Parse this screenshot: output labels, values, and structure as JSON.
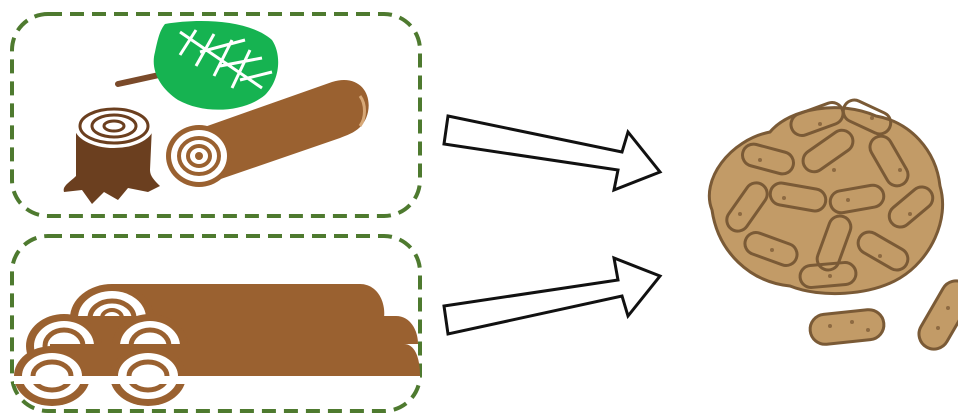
{
  "diagram": {
    "colors": {
      "frame_dashed_border": "#4e7a2f",
      "leaf_green": "#16b351",
      "twig_brown": "#7a4a2a",
      "stump_dark_brown": "#6b3f1f",
      "log_brown": "#9a6130",
      "log_ring_light": "#ffffff",
      "arrow_outline": "#111111",
      "arrow_fill": "#ffffff",
      "pellet_tan": "#c29b67",
      "pellet_dark_outline": "#7a5a36",
      "pellet_speckle": "#8d6a42"
    },
    "sources": [
      {
        "name": "forest-residue-panel",
        "icons": [
          "leaf-branch-icon",
          "tree-stump-icon",
          "cut-log-icon"
        ]
      },
      {
        "name": "stacked-logs-panel",
        "icons": [
          "log-pile-icon"
        ]
      }
    ],
    "arrows": [
      "arrow-upper",
      "arrow-lower"
    ],
    "result": {
      "icons": [
        "wood-pellet-pile-icon",
        "loose-pellet-icon",
        "loose-pellet-icon"
      ]
    }
  }
}
